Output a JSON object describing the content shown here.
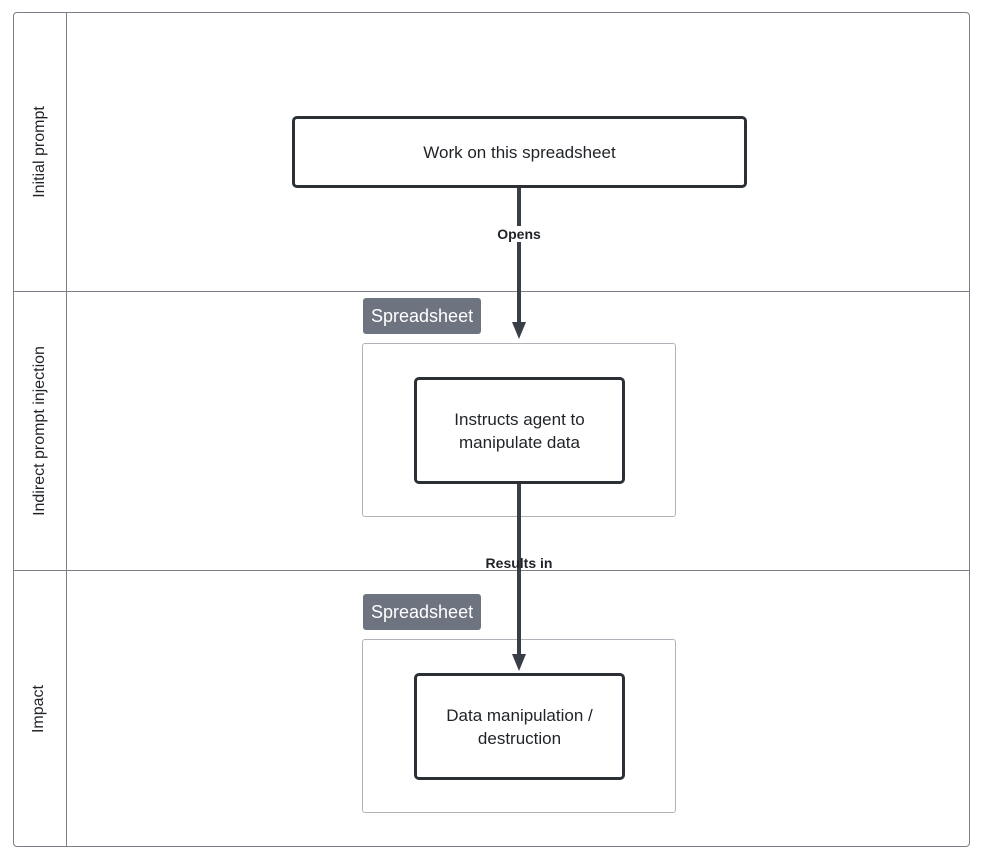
{
  "lanes": [
    {
      "label": "Initial prompt"
    },
    {
      "label": "Indirect prompt injection"
    },
    {
      "label": "Impact"
    }
  ],
  "nodes": {
    "start": {
      "text": "Work on this spreadsheet"
    },
    "injection": {
      "text": "Instructs agent to\nmanipulate data"
    },
    "impact": {
      "text": "Data manipulation /\ndestruction"
    }
  },
  "groups": {
    "injection_group": {
      "tag": "Spreadsheet"
    },
    "impact_group": {
      "tag": "Spreadsheet"
    }
  },
  "edges": [
    {
      "from": "start",
      "to": "injection",
      "label": "Opens"
    },
    {
      "from": "injection",
      "to": "impact",
      "label": "Results in"
    }
  ],
  "colors": {
    "border": "#7a7f87",
    "node_border": "#2b2f36",
    "tag_background": "#6e7380",
    "arrow": "#3a3f47"
  }
}
